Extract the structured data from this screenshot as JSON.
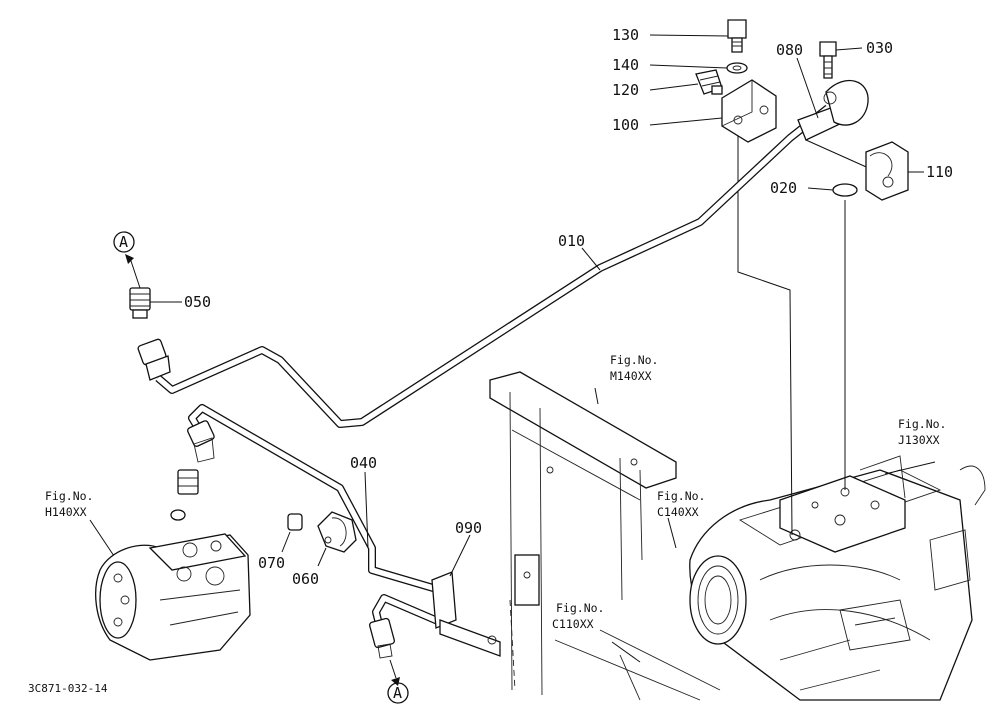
{
  "callouts": [
    {
      "id": "130",
      "text": "130"
    },
    {
      "id": "140",
      "text": "140"
    },
    {
      "id": "120",
      "text": "120"
    },
    {
      "id": "100",
      "text": "100"
    },
    {
      "id": "080",
      "text": "080"
    },
    {
      "id": "030",
      "text": "030"
    },
    {
      "id": "110",
      "text": "110"
    },
    {
      "id": "020",
      "text": "020"
    },
    {
      "id": "010",
      "text": "010"
    },
    {
      "id": "050",
      "text": "050"
    },
    {
      "id": "040",
      "text": "040"
    },
    {
      "id": "090",
      "text": "090"
    },
    {
      "id": "070",
      "text": "070"
    },
    {
      "id": "060",
      "text": "060"
    }
  ],
  "refs": {
    "m140": {
      "line1": "Fig.No.",
      "line2": "M140XX"
    },
    "j130": {
      "line1": "Fig.No.",
      "line2": "J130XX"
    },
    "c140": {
      "line1": "Fig.No.",
      "line2": "C140XX"
    },
    "c110": {
      "line1": "Fig.No.",
      "line2": "C110XX"
    },
    "h140": {
      "line1": "Fig.No.",
      "line2": "H140XX"
    }
  },
  "connector_top": "A",
  "connector_bottom": "A",
  "drawing_code": "3C871-032-14"
}
